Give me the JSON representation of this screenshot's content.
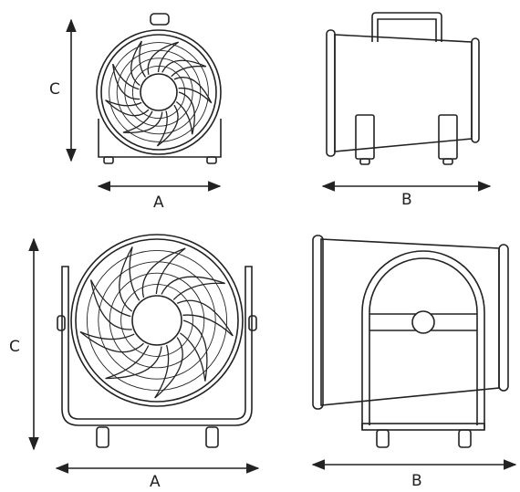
{
  "figure": {
    "line_color": "#222222",
    "background": "#ffffff"
  },
  "views": [
    {
      "name": "small-fan-front-view",
      "labels": {
        "width": "A",
        "height": "C"
      }
    },
    {
      "name": "small-fan-side-view",
      "labels": {
        "depth": "B"
      }
    },
    {
      "name": "large-fan-front-view",
      "labels": {
        "width": "A",
        "height": "C"
      }
    },
    {
      "name": "large-fan-side-view",
      "labels": {
        "depth": "B"
      }
    }
  ]
}
